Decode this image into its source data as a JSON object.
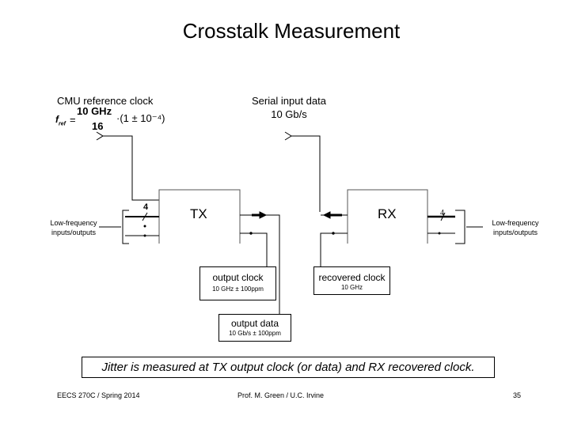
{
  "title": "Crosstalk Measurement",
  "cmu": {
    "label": "CMU reference clock",
    "f": "f",
    "sub": "ref",
    "eq": "=",
    "num": "10 GHz",
    "den": "16",
    "factor": "·(1 ± 10⁻⁴)"
  },
  "serial": {
    "label": "Serial input data",
    "rate": "10 Gb/s"
  },
  "tx": {
    "label": "TX",
    "bus": "4"
  },
  "rx": {
    "label": "RX",
    "bus": "4"
  },
  "lowfreq_left": [
    "Low-frequency",
    "inputs/outputs"
  ],
  "lowfreq_right": [
    "Low-frequency",
    "inputs/outputs"
  ],
  "output_clock": {
    "label": "output clock",
    "spec": "10 GHz ± 100ppm"
  },
  "recovered_clock": {
    "label": "recovered clock",
    "spec": "10 GHz"
  },
  "output_data": {
    "label": "output data",
    "spec": "10 Gb/s ± 100ppm"
  },
  "note": "Jitter is measured at TX output clock (or data) and RX recovered clock.",
  "footer": {
    "course": "EECS 270C / Spring 2014",
    "author": "Prof. M. Green / U.C. Irvine",
    "page": "35"
  }
}
